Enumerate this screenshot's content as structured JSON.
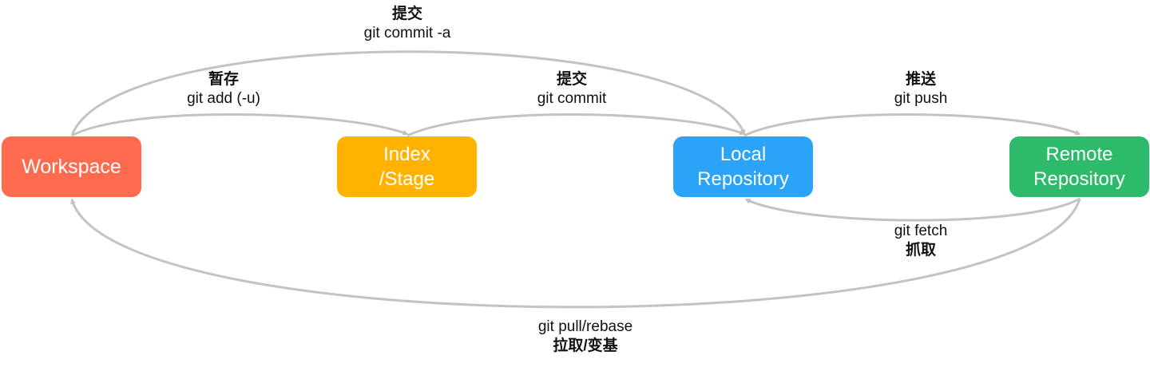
{
  "nodes": {
    "workspace": {
      "lines": [
        "Workspace"
      ],
      "color": "#FF6B4E"
    },
    "index": {
      "lines": [
        "Index",
        "/Stage"
      ],
      "color": "#FFB300"
    },
    "local": {
      "lines": [
        "Local",
        "Repository"
      ],
      "color": "#2BA4F8"
    },
    "remote": {
      "lines": [
        "Remote",
        "Repository"
      ],
      "color": "#2DBA6B"
    }
  },
  "labels": {
    "commit_all": {
      "cn": "提交",
      "cmd": "git commit -a"
    },
    "add": {
      "cn": "暂存",
      "cmd": "git add (-u)"
    },
    "commit": {
      "cn": "提交",
      "cmd": "git commit"
    },
    "push": {
      "cn": "推送",
      "cmd": "git push"
    },
    "fetch": {
      "cmd": "git fetch",
      "cn": "抓取"
    },
    "pull": {
      "cmd": "git pull/rebase",
      "cn": "拉取/变基"
    }
  },
  "edges": [
    {
      "from": "workspace",
      "to": "local",
      "label": "commit_all"
    },
    {
      "from": "workspace",
      "to": "index",
      "label": "add"
    },
    {
      "from": "index",
      "to": "local",
      "label": "commit"
    },
    {
      "from": "local",
      "to": "remote",
      "label": "push"
    },
    {
      "from": "remote",
      "to": "local",
      "label": "fetch"
    },
    {
      "from": "remote",
      "to": "workspace",
      "label": "pull"
    }
  ],
  "colors": {
    "arrow": "#C3C3C3",
    "text": "#111111"
  }
}
